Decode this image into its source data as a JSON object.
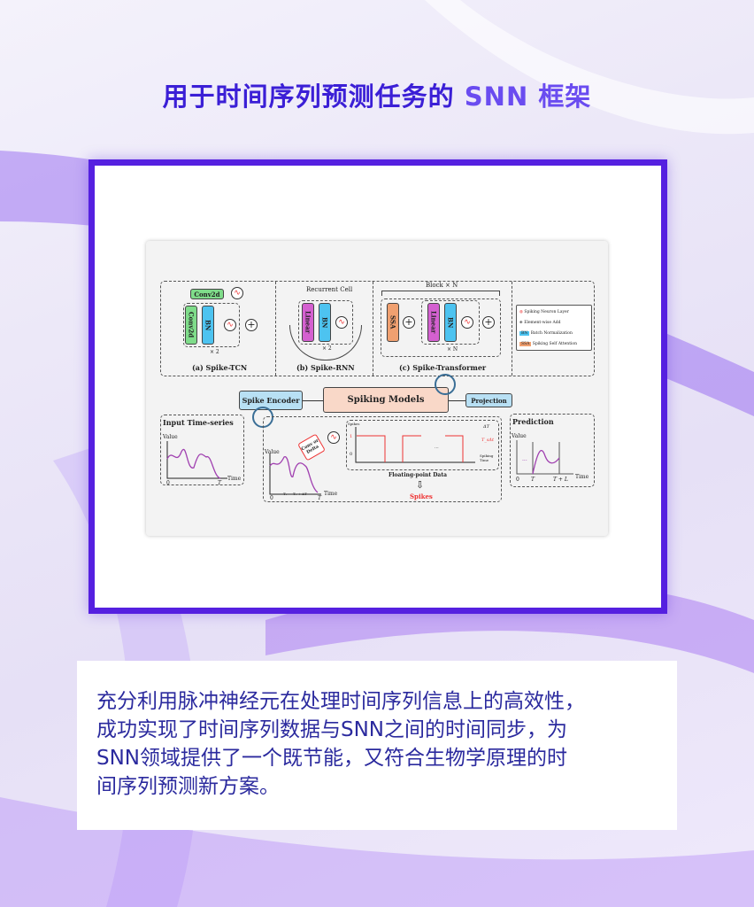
{
  "title": {
    "main": "用于时间序列预测任务的",
    "accent": "SNN 框架"
  },
  "figure": {
    "tcn": {
      "conv_top": "Conv2d",
      "conv": "Conv2d",
      "bn": "BN",
      "repeat": "× 2",
      "caption": "(a) Spike-TCN"
    },
    "rnn": {
      "cell": "Recurrent Cell",
      "linear": "Linear",
      "bn": "BN",
      "repeat": "× 2",
      "caption": "(b) Spike-RNN"
    },
    "transformer": {
      "block": "Block × N",
      "ssa": "SSA",
      "linear": "Linear",
      "bn": "BN",
      "repeat": "× N",
      "caption": "(c) Spike-Transformer"
    },
    "legend": [
      {
        "key": "neuron",
        "label": "Spiking Neuron Layer"
      },
      {
        "key": "add",
        "label": "Element-wise Add"
      },
      {
        "key": "BN",
        "label": "Batch Normalization"
      },
      {
        "key": "SSA",
        "label": "Spiking Self Attention"
      }
    ],
    "pipeline": {
      "encoder": "Spike Encoder",
      "models": "Spiking Models",
      "projection": "Projection"
    },
    "input": {
      "title": "Input Time-series",
      "ylabel": "Value",
      "xlabel": "Time",
      "x0": "0",
      "xT": "T"
    },
    "encoder_detail": {
      "ylabel": "Value",
      "xlabel": "Time",
      "x0": "0",
      "xT": "T",
      "t1": "T₁",
      "t1d": "T₁ + ΔT",
      "method": "Conv or Delta",
      "spikes_ylabel": "Spikes",
      "one": "1",
      "zero": "0",
      "spk_xlabel": "Spiking Time",
      "dots": "...",
      "dT": "ΔT",
      "dTeq": "T_sΔt",
      "float_label": "Floating-point Data",
      "spikes_label": "Spikes"
    },
    "prediction": {
      "title": "Prediction",
      "ylabel": "Value",
      "xlabel": "Time",
      "x0": "0",
      "xT": "T",
      "xTL": "T + L",
      "dots": "..."
    }
  },
  "body_text": [
    "充分利用脉冲神经元在处理时间序列信息上的高效性，",
    "成功实现了时间序列数据与SNN之间的时间同步，为",
    "SNN领域提供了一个既节能，又符合生物学原理的时",
    "间序列预测新方案。"
  ],
  "colors": {
    "title": "#3b1fd6",
    "frame": "#5520e0",
    "text": "#2b2a9e",
    "conv": "#7fdc8a",
    "bn": "#4dc3f0",
    "linear": "#d460d0",
    "ssa": "#f0a070",
    "spike": "#e33333"
  }
}
